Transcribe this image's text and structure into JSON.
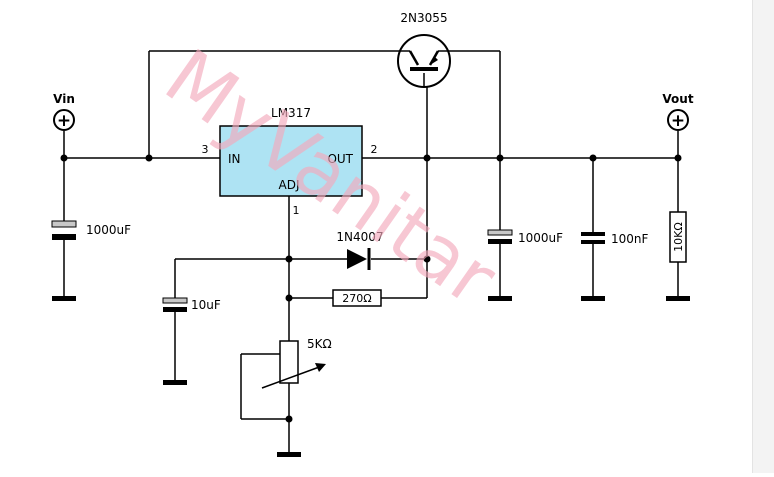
{
  "schematic": {
    "transistor": {
      "label": "2N3055"
    },
    "regulator": {
      "label": "LM317",
      "pin_in": "IN",
      "pin_out": "OUT",
      "pin_adj": "ADJ",
      "pin_num_in": "3",
      "pin_num_out": "2",
      "pin_num_adj": "1",
      "fill_color": "#aee3f3"
    },
    "input_terminal": {
      "label": "Vin",
      "symbol": "+"
    },
    "output_terminal": {
      "label": "Vout",
      "symbol": "+"
    },
    "components": {
      "c_in": "1000uF",
      "c_adj": "10uF",
      "c_out1": "1000uF",
      "c_out2": "100nF",
      "r_load": "10KΩ",
      "diode": "1N4007",
      "r_ref": "270Ω",
      "pot": "5KΩ"
    },
    "watermark": "MyVanitar"
  },
  "colors": {
    "wire": "#000000",
    "capacitor_plate": "#c8c8c8",
    "watermark": "#f2a9bb"
  }
}
